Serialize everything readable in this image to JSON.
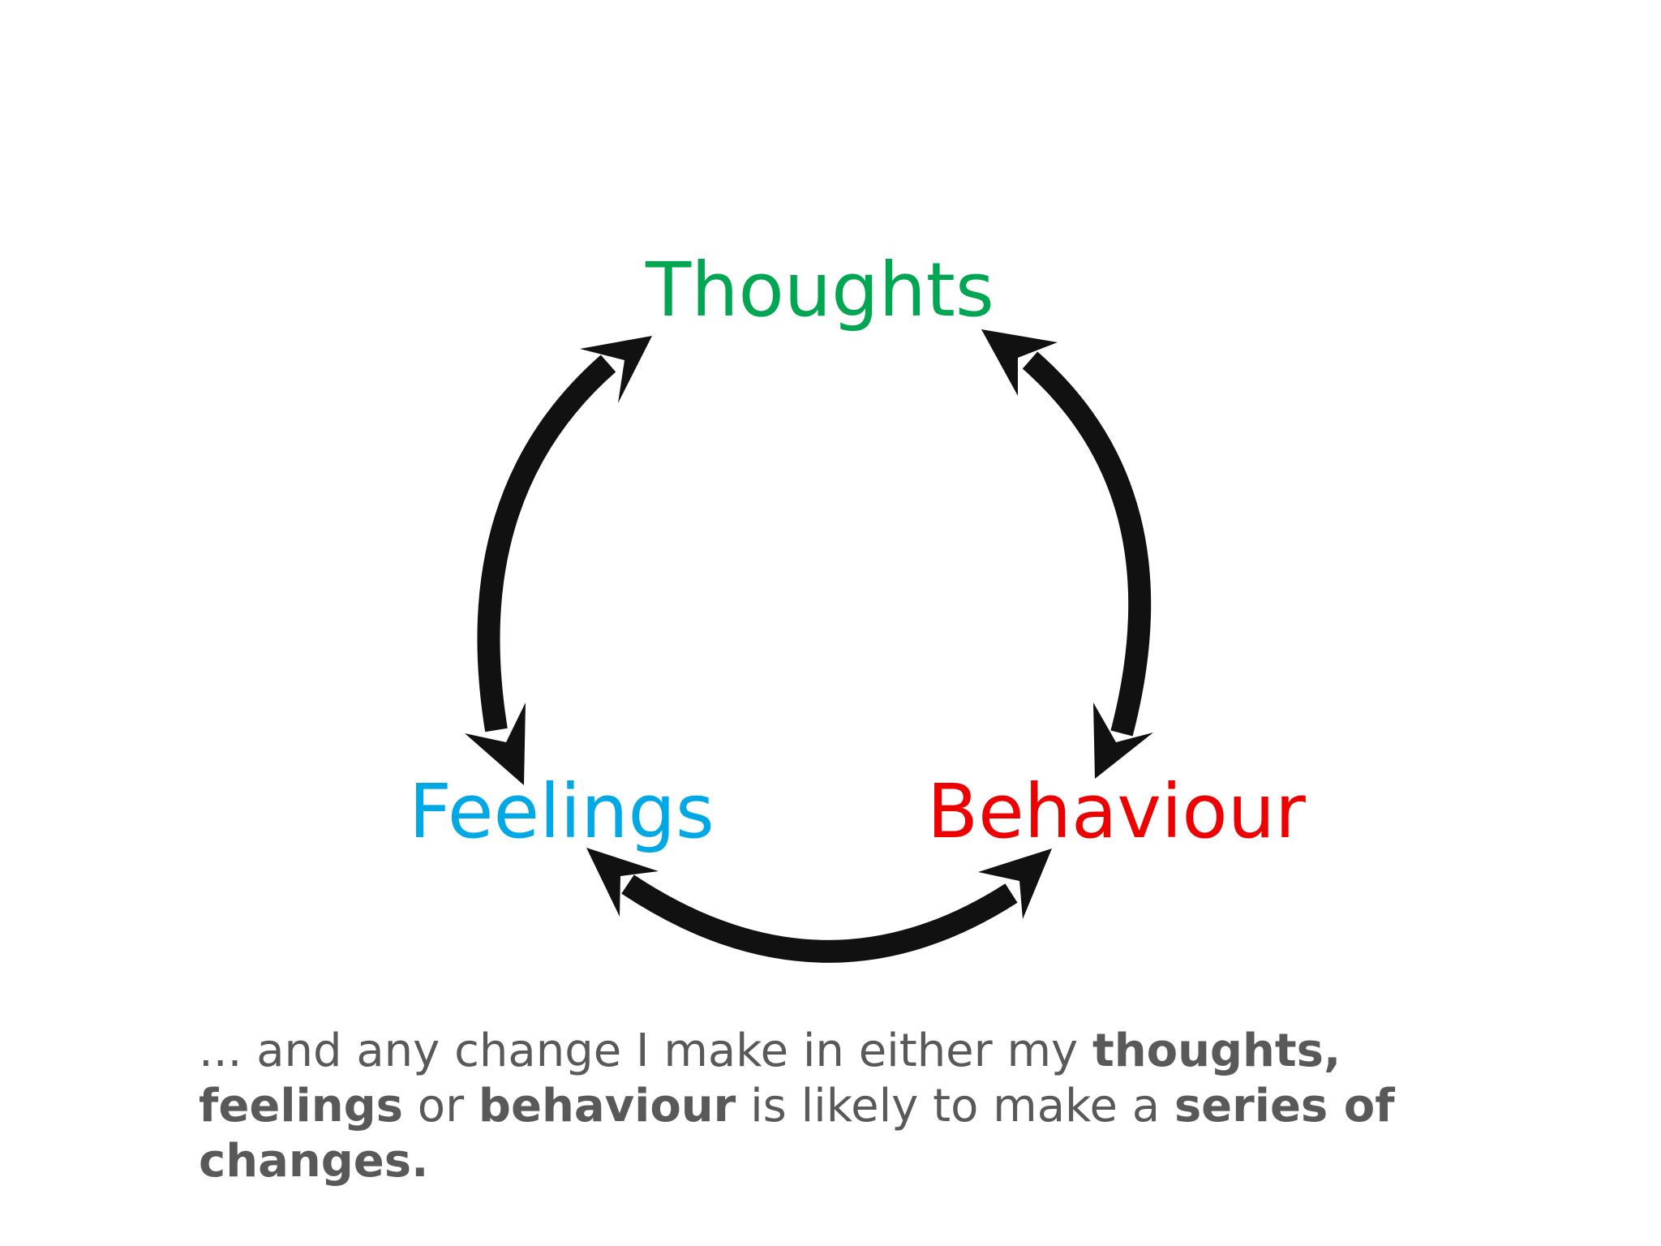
{
  "nodes": {
    "thoughts": {
      "label": "Thoughts",
      "color": "#00a651"
    },
    "feelings": {
      "label": "Feelings",
      "color": "#00a9e6"
    },
    "behaviour": {
      "label": "Behaviour",
      "color": "#ee0000"
    }
  },
  "arrows": [
    {
      "from": "Thoughts",
      "to": "Feelings",
      "direction": "both"
    },
    {
      "from": "Thoughts",
      "to": "Behaviour",
      "direction": "both"
    },
    {
      "from": "Feelings",
      "to": "Behaviour",
      "direction": "both"
    }
  ],
  "arrow_color": "#111111",
  "caption": {
    "parts": [
      {
        "text": "... and any change I make in either my ",
        "bold": false
      },
      {
        "text": "thoughts,",
        "bold": true
      },
      {
        "text": " ",
        "bold": false
      },
      {
        "text": "feelings",
        "bold": true
      },
      {
        "text": " or ",
        "bold": false
      },
      {
        "text": "behaviour",
        "bold": true
      },
      {
        "text": " is likely to make a ",
        "bold": false
      },
      {
        "text": "series of",
        "bold": true
      },
      {
        "text": " ",
        "bold": false
      },
      {
        "text": "changes.",
        "bold": true
      }
    ],
    "color": "#595959"
  }
}
